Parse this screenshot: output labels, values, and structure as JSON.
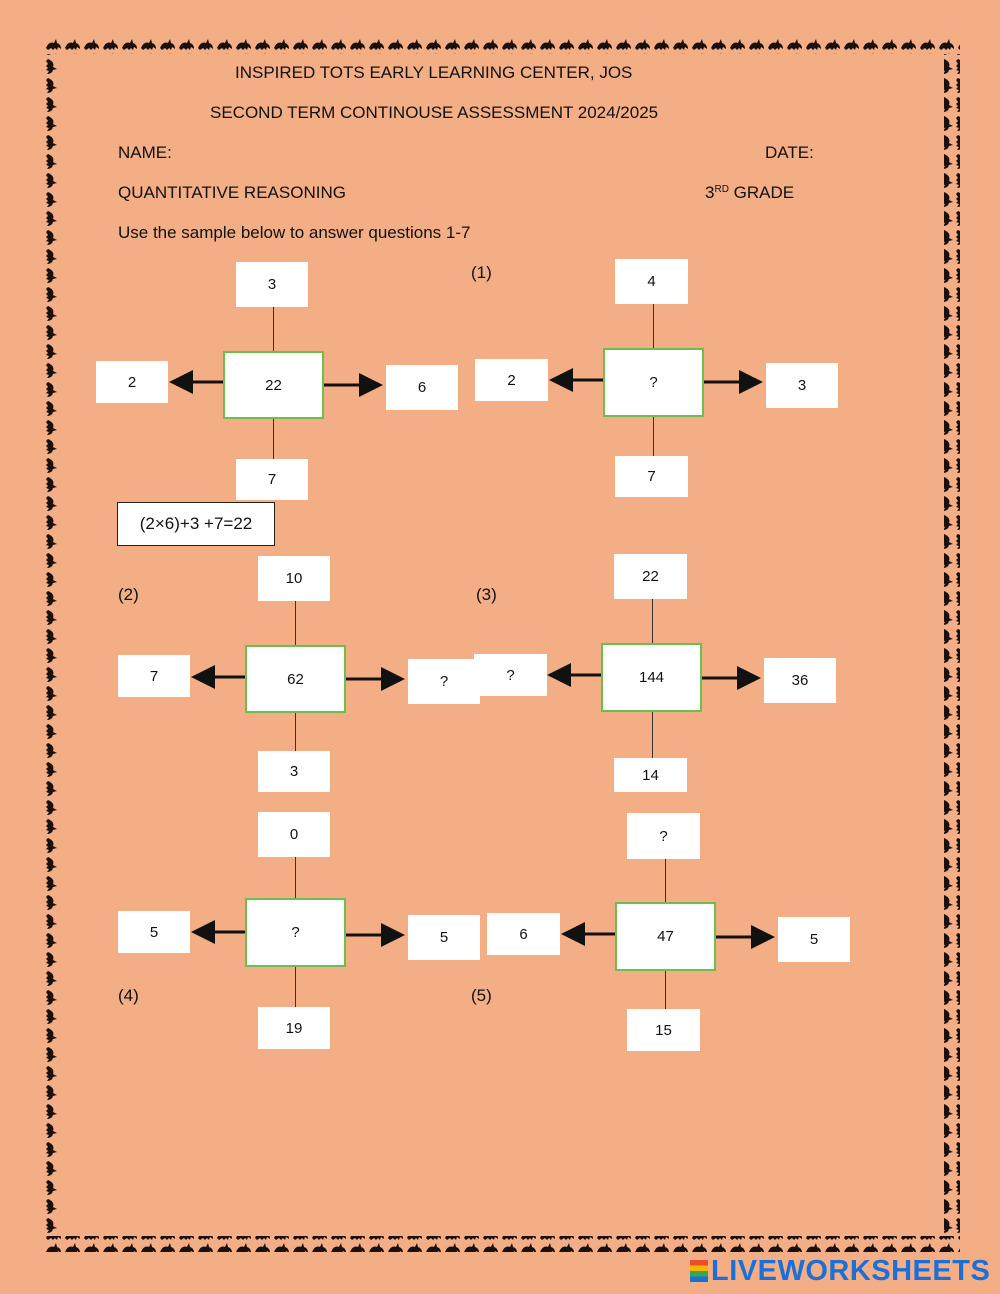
{
  "header": {
    "school": "INSPIRED TOTS EARLY LEARNING CENTER, JOS",
    "assessment": "SECOND TERM CONTINOUSE ASSESSMENT 2024/2025",
    "name_label": "NAME:",
    "date_label": "DATE:",
    "subject": "QUANTITATIVE REASONING",
    "grade_num": "3",
    "grade_sup": "RD",
    "grade_word": "GRADE"
  },
  "instruction": "Use the sample below to answer questions 1-7",
  "sample_formula": "(2×6)+3 +7=22",
  "puzzles": [
    {
      "label": "",
      "top": "3",
      "left": "2",
      "center": "22",
      "right": "6",
      "bottom": "7"
    },
    {
      "label": "(1)",
      "top": "4",
      "left": "2",
      "center": "?",
      "right": "3",
      "bottom": "7"
    },
    {
      "label": "(2)",
      "top": "10",
      "left": "7",
      "center": "62",
      "right": "?",
      "bottom": "3"
    },
    {
      "label": "(3)",
      "top": "22",
      "left": "?",
      "center": "144",
      "right": "36",
      "bottom": "14"
    },
    {
      "label": "(4)",
      "top": "0",
      "left": "5",
      "center": "?",
      "right": "5",
      "bottom": "19"
    },
    {
      "label": "(5)",
      "top": "?",
      "left": "6",
      "center": "47",
      "right": "5",
      "bottom": "15"
    }
  ],
  "footer": {
    "logo": "LIVEWORKSHEETS"
  },
  "colors": {
    "background": "#F3AE85",
    "center_border": "#6BBF4E",
    "logo": "#1b6fd6"
  }
}
